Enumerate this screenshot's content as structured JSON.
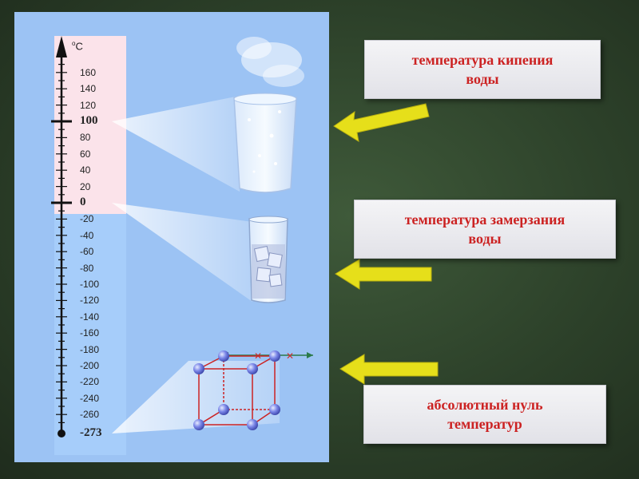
{
  "scale": {
    "unit_symbol": "C",
    "unit_degree": "o",
    "labels": [
      "160",
      "140",
      "120",
      "100",
      "80",
      "60",
      "40",
      "20",
      "0",
      "-20",
      "-40",
      "-60",
      "-80",
      "-100",
      "-120",
      "-140",
      "-160",
      "-180",
      "-200",
      "-220",
      "-240",
      "-260",
      "-273"
    ]
  },
  "boxes": {
    "boiling": {
      "line1": "температура кипения",
      "line2": "воды"
    },
    "freezing": {
      "line1": "температура замерзания",
      "line2": "воды"
    },
    "absolute": {
      "line1": "абсолютный нуль",
      "line2": "температур"
    }
  },
  "colors": {
    "panel": "#9cc3f4",
    "scale_warm": "#fbe3ea",
    "label_text": "#cc2222",
    "arrow": "#e6df1a"
  },
  "icons": [
    "steaming-glass-icon",
    "ice-glass-icon",
    "crystal-lattice-icon"
  ]
}
